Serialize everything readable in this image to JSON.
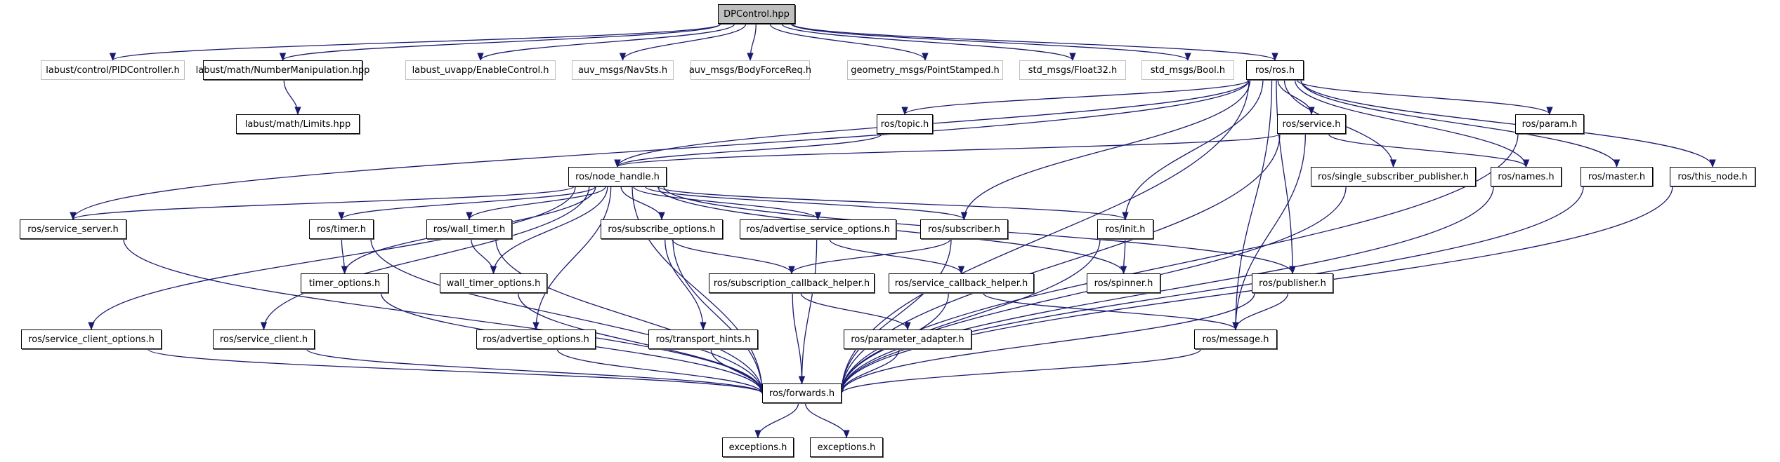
{
  "diagram": {
    "type": "include-dependency-graph",
    "colors": {
      "edge": "#191970",
      "root_fill": "#bfbfbf",
      "node_border": "#000000",
      "external_border": "#bfbfbf"
    },
    "nodes": [
      {
        "id": "dpcontrol",
        "label": "DPControl.hpp",
        "kind": "root"
      },
      {
        "id": "pidcontroller",
        "label": "labust/control/PIDController.h",
        "kind": "external"
      },
      {
        "id": "numbermanip",
        "label": "labust/math/NumberManipulation.hpp",
        "kind": "documented"
      },
      {
        "id": "enablecontrol",
        "label": "labust_uvapp/EnableControl.h",
        "kind": "external"
      },
      {
        "id": "navsts",
        "label": "auv_msgs/NavSts.h",
        "kind": "external"
      },
      {
        "id": "bodyforcereq",
        "label": "auv_msgs/BodyForceReq.h",
        "kind": "external"
      },
      {
        "id": "pointstamped",
        "label": "geometry_msgs/PointStamped.h",
        "kind": "external"
      },
      {
        "id": "float32",
        "label": "std_msgs/Float32.h",
        "kind": "external"
      },
      {
        "id": "bool",
        "label": "std_msgs/Bool.h",
        "kind": "external"
      },
      {
        "id": "ros",
        "label": "ros/ros.h",
        "kind": "documented"
      },
      {
        "id": "limits",
        "label": "labust/math/Limits.hpp",
        "kind": "documented"
      },
      {
        "id": "topic",
        "label": "ros/topic.h",
        "kind": "documented"
      },
      {
        "id": "service",
        "label": "ros/service.h",
        "kind": "documented"
      },
      {
        "id": "param",
        "label": "ros/param.h",
        "kind": "documented"
      },
      {
        "id": "nodehandle",
        "label": "ros/node_handle.h",
        "kind": "documented"
      },
      {
        "id": "singlesub",
        "label": "ros/single_subscriber_publisher.h",
        "kind": "documented"
      },
      {
        "id": "names",
        "label": "ros/names.h",
        "kind": "documented"
      },
      {
        "id": "master",
        "label": "ros/master.h",
        "kind": "documented"
      },
      {
        "id": "thisnode",
        "label": "ros/this_node.h",
        "kind": "documented"
      },
      {
        "id": "serviceserver",
        "label": "ros/service_server.h",
        "kind": "documented"
      },
      {
        "id": "timer",
        "label": "ros/timer.h",
        "kind": "documented"
      },
      {
        "id": "walltimer",
        "label": "ros/wall_timer.h",
        "kind": "documented"
      },
      {
        "id": "subscribeopts",
        "label": "ros/subscribe_options.h",
        "kind": "documented"
      },
      {
        "id": "advsrvopts",
        "label": "ros/advertise_service_options.h",
        "kind": "documented"
      },
      {
        "id": "subscriber",
        "label": "ros/subscriber.h",
        "kind": "documented"
      },
      {
        "id": "init",
        "label": "ros/init.h",
        "kind": "documented"
      },
      {
        "id": "timeropts",
        "label": "timer_options.h",
        "kind": "documented"
      },
      {
        "id": "walltimeropts",
        "label": "wall_timer_options.h",
        "kind": "documented"
      },
      {
        "id": "subcbhelper",
        "label": "ros/subscription_callback_helper.h",
        "kind": "documented"
      },
      {
        "id": "srvcbhelper",
        "label": "ros/service_callback_helper.h",
        "kind": "documented"
      },
      {
        "id": "spinner",
        "label": "ros/spinner.h",
        "kind": "documented"
      },
      {
        "id": "publisher",
        "label": "ros/publisher.h",
        "kind": "documented"
      },
      {
        "id": "srvclientopts",
        "label": "ros/service_client_options.h",
        "kind": "documented"
      },
      {
        "id": "srvclient",
        "label": "ros/service_client.h",
        "kind": "documented"
      },
      {
        "id": "advopts",
        "label": "ros/advertise_options.h",
        "kind": "documented"
      },
      {
        "id": "transporthints",
        "label": "ros/transport_hints.h",
        "kind": "documented"
      },
      {
        "id": "paramadapter",
        "label": "ros/parameter_adapter.h",
        "kind": "documented"
      },
      {
        "id": "message",
        "label": "ros/message.h",
        "kind": "documented"
      },
      {
        "id": "forwards",
        "label": "ros/forwards.h",
        "kind": "documented"
      },
      {
        "id": "exceptions1",
        "label": "exceptions.h",
        "kind": "documented"
      },
      {
        "id": "exceptions2",
        "label": "exceptions.h",
        "kind": "documented"
      }
    ],
    "edges": [
      [
        "dpcontrol",
        "pidcontroller"
      ],
      [
        "dpcontrol",
        "numbermanip"
      ],
      [
        "dpcontrol",
        "enablecontrol"
      ],
      [
        "dpcontrol",
        "navsts"
      ],
      [
        "dpcontrol",
        "bodyforcereq"
      ],
      [
        "dpcontrol",
        "pointstamped"
      ],
      [
        "dpcontrol",
        "float32"
      ],
      [
        "dpcontrol",
        "bool"
      ],
      [
        "dpcontrol",
        "ros"
      ],
      [
        "numbermanip",
        "limits"
      ],
      [
        "ros",
        "topic"
      ],
      [
        "ros",
        "service"
      ],
      [
        "ros",
        "param"
      ],
      [
        "ros",
        "nodehandle"
      ],
      [
        "ros",
        "singlesub"
      ],
      [
        "ros",
        "names"
      ],
      [
        "ros",
        "master"
      ],
      [
        "ros",
        "thisnode"
      ],
      [
        "ros",
        "serviceserver"
      ],
      [
        "ros",
        "subscriber"
      ],
      [
        "ros",
        "init"
      ],
      [
        "ros",
        "publisher"
      ],
      [
        "ros",
        "forwards"
      ],
      [
        "ros",
        "message"
      ],
      [
        "topic",
        "nodehandle"
      ],
      [
        "service",
        "nodehandle"
      ],
      [
        "service",
        "names"
      ],
      [
        "service",
        "message"
      ],
      [
        "service",
        "forwards"
      ],
      [
        "param",
        "forwards"
      ],
      [
        "nodehandle",
        "serviceserver"
      ],
      [
        "nodehandle",
        "timer"
      ],
      [
        "nodehandle",
        "walltimer"
      ],
      [
        "nodehandle",
        "subscribeopts"
      ],
      [
        "nodehandle",
        "advsrvopts"
      ],
      [
        "nodehandle",
        "subscriber"
      ],
      [
        "nodehandle",
        "init"
      ],
      [
        "nodehandle",
        "timeropts"
      ],
      [
        "nodehandle",
        "walltimeropts"
      ],
      [
        "nodehandle",
        "spinner"
      ],
      [
        "nodehandle",
        "publisher"
      ],
      [
        "nodehandle",
        "srvclientopts"
      ],
      [
        "nodehandle",
        "srvclient"
      ],
      [
        "nodehandle",
        "advopts"
      ],
      [
        "nodehandle",
        "forwards"
      ],
      [
        "singlesub",
        "forwards"
      ],
      [
        "names",
        "forwards"
      ],
      [
        "master",
        "forwards"
      ],
      [
        "thisnode",
        "forwards"
      ],
      [
        "serviceserver",
        "forwards"
      ],
      [
        "timer",
        "timeropts"
      ],
      [
        "timer",
        "forwards"
      ],
      [
        "walltimer",
        "walltimeropts"
      ],
      [
        "walltimer",
        "forwards"
      ],
      [
        "subscribeopts",
        "subcbhelper"
      ],
      [
        "subscribeopts",
        "transporthints"
      ],
      [
        "subscribeopts",
        "forwards"
      ],
      [
        "advsrvopts",
        "srvcbhelper"
      ],
      [
        "advsrvopts",
        "forwards"
      ],
      [
        "subscriber",
        "subcbhelper"
      ],
      [
        "subscriber",
        "forwards"
      ],
      [
        "init",
        "spinner"
      ],
      [
        "init",
        "forwards"
      ],
      [
        "timeropts",
        "forwards"
      ],
      [
        "walltimeropts",
        "forwards"
      ],
      [
        "subcbhelper",
        "paramadapter"
      ],
      [
        "subcbhelper",
        "forwards"
      ],
      [
        "srvcbhelper",
        "message"
      ],
      [
        "srvcbhelper",
        "forwards"
      ],
      [
        "publisher",
        "message"
      ],
      [
        "publisher",
        "forwards"
      ],
      [
        "srvclientopts",
        "forwards"
      ],
      [
        "srvclient",
        "forwards"
      ],
      [
        "advopts",
        "forwards"
      ],
      [
        "transporthints",
        "forwards"
      ],
      [
        "paramadapter",
        "forwards"
      ],
      [
        "message",
        "forwards"
      ],
      [
        "forwards",
        "exceptions1"
      ],
      [
        "forwards",
        "exceptions2"
      ]
    ]
  }
}
